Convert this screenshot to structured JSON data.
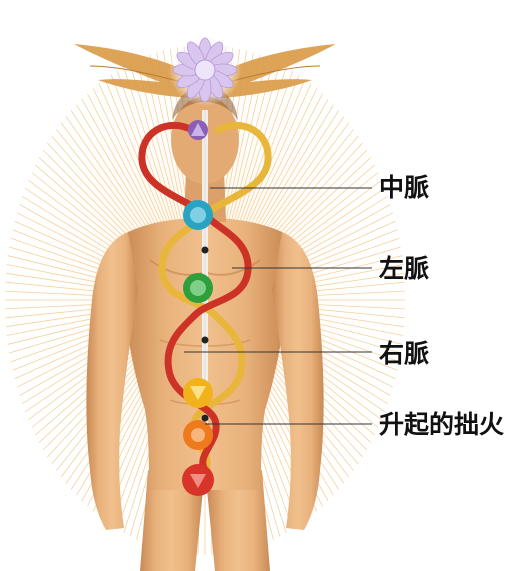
{
  "labels": [
    "中脈",
    "左脈",
    "右脈",
    "升起的拙火"
  ],
  "colors": {
    "background": "#ffffff",
    "skin": "#e9b27c",
    "skin_shadow": "#c98a55",
    "halo_rays": "#f2c98f",
    "wings": "#d99a46",
    "crown_chakra": "#d9c6ee",
    "left_channel": "#e8b63a",
    "right_channel": "#cc3326",
    "central_channel": "#f3eee8",
    "third_eye_chakra": "#8a5fb4",
    "throat_chakra": "#29a3c2",
    "heart_chakra": "#2f9e3c",
    "solar_chakra": "#f2b21b",
    "sacral_chakra": "#ef7a1e",
    "root_chakra": "#d8352a",
    "leader_line": "#333333"
  },
  "icons": {
    "crown": "lotus-crown-icon",
    "wings": "wings-icon",
    "third_eye": "triangle-chakra-icon",
    "throat": "throat-chakra-icon",
    "heart": "heart-chakra-icon",
    "solar": "solar-chakra-icon",
    "sacral": "sacral-chakra-icon",
    "root": "root-chakra-icon"
  }
}
